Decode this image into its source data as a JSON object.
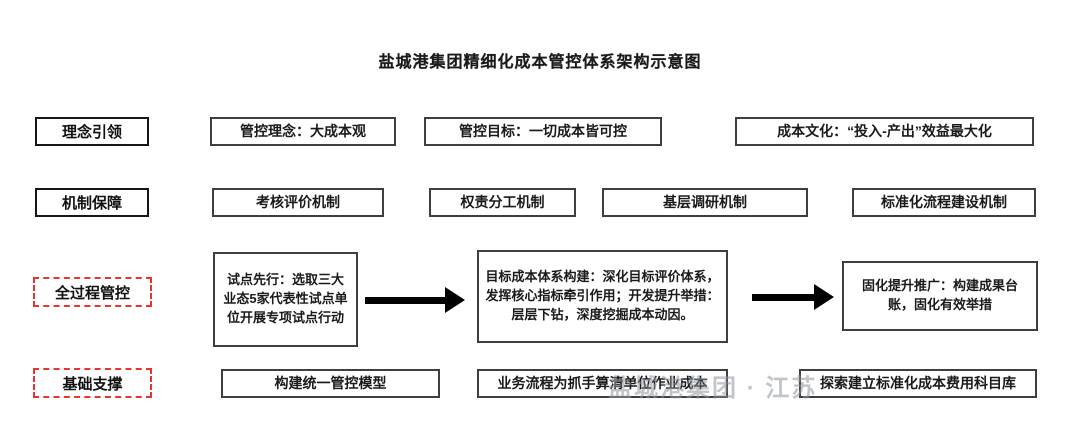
{
  "title": "盐城港集团精细化成本管控体系架构示意图",
  "watermark": "盐城港集团 · 江苏",
  "rows": [
    {
      "label": "理念引领",
      "style": "solid",
      "boxes": [
        "管控理念：大成本观",
        "管控目标：一切成本皆可控",
        "成本文化：“投入-产出”效益最大化"
      ]
    },
    {
      "label": "机制保障",
      "style": "solid",
      "boxes": [
        "考核评价机制",
        "权责分工机制",
        "基层调研机制",
        "标准化流程建设机制"
      ]
    },
    {
      "label": "全过程管控",
      "style": "dashed",
      "boxes": [
        "试点先行：选取三大业态5家代表性试点单位开展专项试点行动",
        "目标成本体系构建：深化目标评价体系，发挥核心指标牵引作用；开发提升举措：层层下钻，深度挖掘成本动因。",
        "固化提升推广：构建成果台账，固化有效举措"
      ]
    },
    {
      "label": "基础支撑",
      "style": "dashed",
      "boxes": [
        "构建统一管控模型",
        "业务流程为抓手算清单位作业成本",
        "探索建立标准化成本费用科目库"
      ]
    }
  ]
}
